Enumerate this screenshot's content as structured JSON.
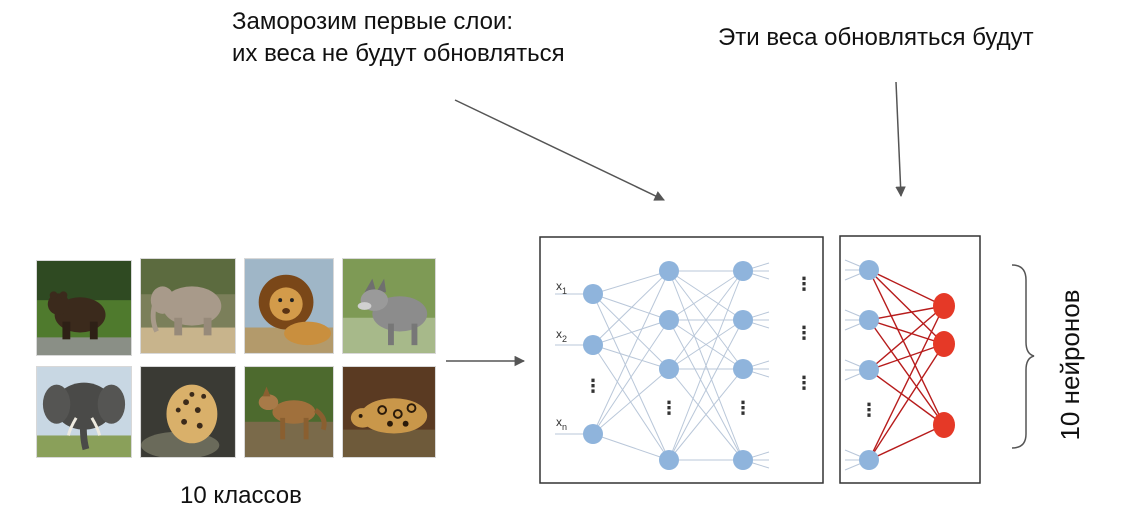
{
  "captions": {
    "frozen_line1": "Заморозим первые слои:",
    "frozen_line2": "их веса не будут обновляться",
    "trainable": "Эти веса обновляться будут",
    "classes": "10 классов",
    "neurons": "10 нейронов"
  },
  "inputs": {
    "x1": "x",
    "x1_sub": "1",
    "x2": "x",
    "x2_sub": "2",
    "xn": "x",
    "xn_sub": "n"
  },
  "dots": "⋮",
  "animals": [
    {
      "name": "bear-photo"
    },
    {
      "name": "elephant-photo"
    },
    {
      "name": "lion-photo"
    },
    {
      "name": "wolf-photo"
    },
    {
      "name": "african-elephant-photo"
    },
    {
      "name": "leopard-photo"
    },
    {
      "name": "jackal-photo"
    },
    {
      "name": "jaguar-photo"
    }
  ],
  "colors": {
    "neuron": "#8fb4dc",
    "frozen_edge": "#b9c7d9",
    "trainable_edge": "#b71c1c",
    "output_neuron": "#e53927",
    "box": "#333333",
    "arrow": "#555555"
  }
}
